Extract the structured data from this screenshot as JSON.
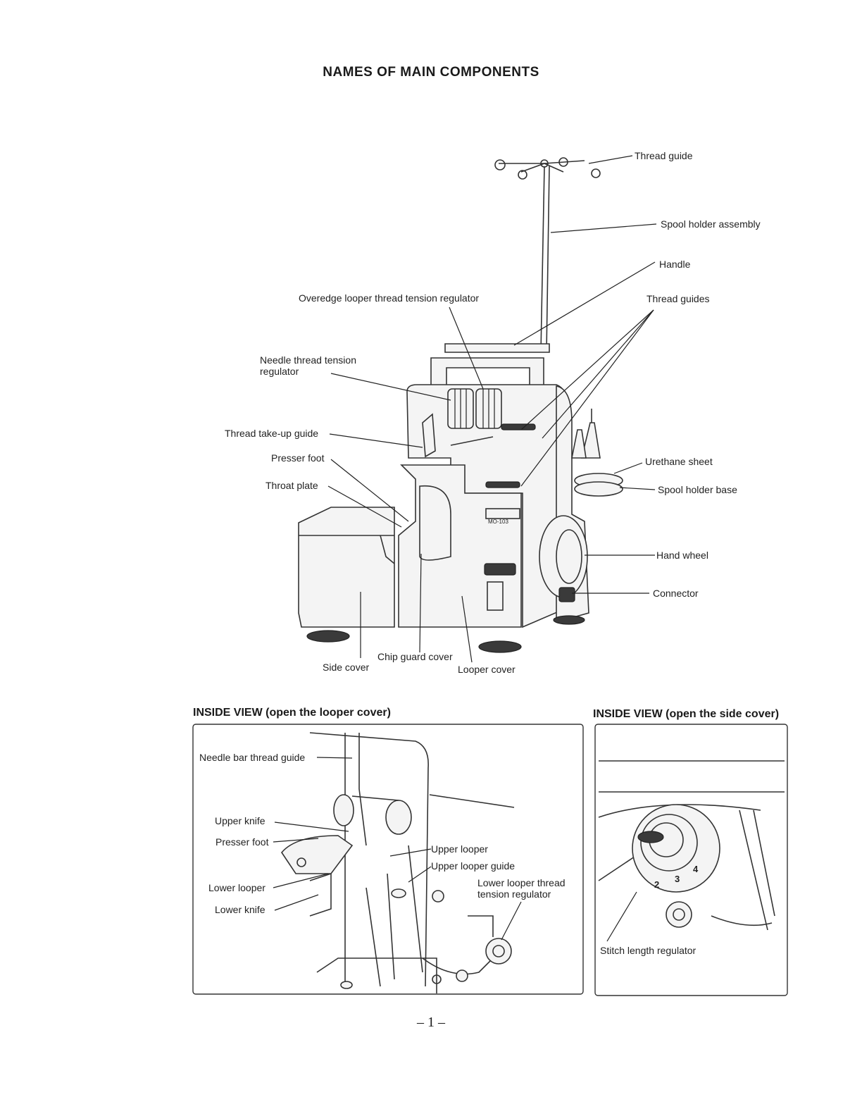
{
  "title": "NAMES OF MAIN COMPONENTS",
  "main_labels": {
    "thread_guide": "Thread guide",
    "spool_holder_assembly": "Spool holder assembly",
    "handle": "Handle",
    "overedge_looper_regulator": "Overedge looper thread tension regulator",
    "thread_guides": "Thread guides",
    "needle_thread_regulator": "Needle thread tension\nregulator",
    "thread_takeup_guide": "Thread take-up guide",
    "presser_foot": "Presser foot",
    "throat_plate": "Throat plate",
    "urethane_sheet": "Urethane sheet",
    "spool_holder_base": "Spool holder base",
    "hand_wheel": "Hand wheel",
    "connector": "Connector",
    "chip_guard_cover": "Chip guard cover",
    "side_cover": "Side cover",
    "looper_cover": "Looper cover",
    "model_plate": "MO-103"
  },
  "inside_left": {
    "heading": "INSIDE VIEW (open the looper cover)",
    "needle_bar_thread_guide": "Needle bar thread guide",
    "upper_knife": "Upper knife",
    "presser_foot": "Presser foot",
    "lower_looper": "Lower looper",
    "lower_knife": "Lower knife",
    "upper_looper": "Upper looper",
    "upper_looper_guide": "Upper looper guide",
    "lower_looper_regulator": "Lower looper thread\ntension regulator"
  },
  "inside_right": {
    "heading": "INSIDE VIEW (open the side cover)",
    "stitch_length_regulator": "Stitch length regulator",
    "dial_numbers": [
      "2",
      "3",
      "4"
    ]
  },
  "page_number": "– 1 –"
}
